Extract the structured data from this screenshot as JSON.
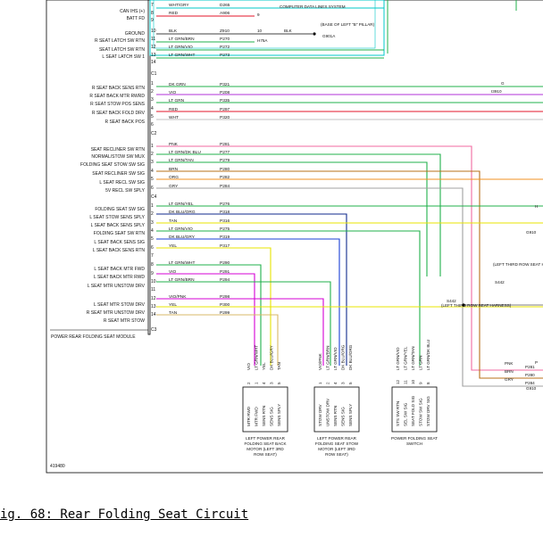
{
  "caption": "ig. 68: Rear Folding Seat Circuit",
  "figure_id": "419480",
  "module_title": "POWER REAR FOLDING SEAT MODULE",
  "connectors": [
    "C1",
    "C2",
    "C4",
    "C3"
  ],
  "top_block": {
    "labels": [
      "CAN IHS (+)",
      "BATT FD",
      "",
      "GROUND",
      "R SEAT LATCH SW RTN",
      "SEAT LATCH SW RTN",
      "L SEAT LATCH SW 1"
    ],
    "pins": [
      "7",
      "8",
      "9",
      "10",
      "11",
      "12",
      "13",
      "14"
    ],
    "wires": [
      {
        "color": "WHT/GRY",
        "code": "D265"
      },
      {
        "color": "RED",
        "code": "A906"
      },
      {
        "color": "",
        "code": ""
      },
      {
        "color": "BLK",
        "code": "Z910"
      },
      {
        "color": "LT GRN/BRN",
        "code": "P270"
      },
      {
        "color": "LT GRN/VIO",
        "code": "P272"
      },
      {
        "color": "LT GRN/WHT",
        "code": "P273"
      }
    ],
    "notes": [
      "COMPUTER DATA LINES SYSTEM",
      "(BASE OF LEFT \"B\" PILLAR)",
      "G901A",
      "BLK",
      "10",
      "9",
      "H75A"
    ]
  },
  "block_c2": {
    "labels": [
      "R SEAT BACK SENS RTN",
      "R SEAT BACK MTR RWRD",
      "R SEAT STOW POS SENS",
      "R SEAT BACK FOLD DRV",
      "R SEAT BACK POS",
      "",
      ""
    ],
    "pins": [
      "1",
      "2",
      "3",
      "4",
      "5",
      "6"
    ],
    "wires": [
      {
        "color": "DK GRN",
        "code": "P321"
      },
      {
        "color": "VIO",
        "code": "P208"
      },
      {
        "color": "LT GRN",
        "code": "P335"
      },
      {
        "color": "RED",
        "code": "P297"
      },
      {
        "color": "WHT",
        "code": "P320"
      }
    ],
    "splice": "I3910"
  },
  "block_c4": {
    "labels": [
      "SEAT RECLINER SW RTN",
      "NORMAL/STOW SW MUX",
      "FOLDING SEAT STOW SW SIG",
      "SEAT RECLINER SW SIG",
      "L SEAT RECL SW SIG",
      "5V RECL SW SPLY"
    ],
    "pins": [
      "1",
      "2",
      "3",
      "4",
      "5",
      "6"
    ],
    "wires": [
      {
        "color": "PNK",
        "code": "P281"
      },
      {
        "color": "LT GRN/DK BLU",
        "code": "P277"
      },
      {
        "color": "LT GRN/TAN",
        "code": "P279"
      },
      {
        "color": "BRN",
        "code": "P280"
      },
      {
        "color": "ORG",
        "code": "P282"
      },
      {
        "color": "GRY",
        "code": "P284"
      }
    ]
  },
  "block_c3": {
    "labels": [
      "FOLDING SEAT SW SIG",
      "L SEAT STOW SENS SPLY",
      "L SEAT BACK SENS SPLY",
      "FOLDING SEAT SW RTN",
      "L SEAT BACK SENS SIG",
      "L SEAT BACK SENS RTN",
      "",
      "L SEAT BACK MTR FWD",
      "L SEAT BACK MTR RWD",
      "L SEAT MTR UNSTOW DRV",
      "",
      "L SEAT MTR STOW DRV",
      "R SEAT MTR UNSTOW DRV",
      "R SEAT MTR STOW"
    ],
    "pins": [
      "1",
      "2",
      "3",
      "4",
      "5",
      "6",
      "7",
      "8",
      "9",
      "10",
      "11",
      "12",
      "13",
      "14"
    ],
    "wires": [
      {
        "color": "LT GRN/YEL",
        "code": "P276"
      },
      {
        "color": "DK BLU/ORG",
        "code": "P318"
      },
      {
        "color": "TAN",
        "code": "P316"
      },
      {
        "color": "LT GRN/VIO",
        "code": "P275"
      },
      {
        "color": "DK BLU/GRY",
        "code": "P319"
      },
      {
        "color": "YEL",
        "code": "P317"
      },
      {
        "color": "",
        "code": ""
      },
      {
        "color": "LT GRN/WHT",
        "code": "P290"
      },
      {
        "color": "VIO",
        "code": "P291"
      },
      {
        "color": "LT GRN/BRN",
        "code": "P294"
      },
      {
        "color": "",
        "code": ""
      },
      {
        "color": "VIO/PNK",
        "code": "P298"
      },
      {
        "color": "YEL",
        "code": "P300"
      },
      {
        "color": "TAN",
        "code": "P299"
      }
    ]
  },
  "right_notes": {
    "harness": "(LEFT THIRD ROW SEAT HARNESS)",
    "s442": "S442",
    "s442b_note": "(LEFT THIRD ROW SEAT HARNESS)",
    "s442b": "S442",
    "g910": "G910",
    "g910b": "G910",
    "g_label": "G",
    "h_label": "H",
    "p_label": "P",
    "pins_right": [
      "PNK",
      "BRN",
      "GRY"
    ],
    "codes_right": [
      "P281",
      "P280",
      "P284"
    ]
  },
  "components": [
    {
      "name": "LEFT POWER REAR FOLDING SEAT BACK MOTOR (LEFT 3RD ROW SEAT)",
      "pins": [
        "MTR RWD",
        "MTR FWD",
        "SENS RTN",
        "SENS SIG",
        "SENS SPLY"
      ],
      "wires": [
        "VIO",
        "LT GRN/WHT",
        "YEL",
        "DK BLU/GRY",
        "TAN"
      ],
      "pin_nums": [
        "2",
        "1",
        "4",
        "3",
        "5"
      ]
    },
    {
      "name": "LEFT POWER REAR FOLDING SEAT STOW MOTOR (LEFT 3RD ROW SEAT)",
      "pins": [
        "STOW DRV",
        "UNSTOW DRV",
        "SENS RTN",
        "SENS SIG",
        "SENS SPLY"
      ],
      "wires": [
        "VIO/PNK",
        "LT GRN/BRN",
        "LT GRN/VIO",
        "DK BLU/ORG",
        "DK BLU/ORG"
      ],
      "pin_nums": [
        "1",
        "2",
        "4",
        "3",
        "5"
      ]
    },
    {
      "name": "POWER FOLDING SEAT SWITCH",
      "pins": [
        "STS SW RTN",
        "SEL SW SIG",
        "SEAT FOLD SIG",
        "STOW SW SIG",
        "STOW DRV SIG"
      ],
      "wires": [
        "LT GRN/VIO",
        "LT GRN/YEL",
        "LT GRN/TAN",
        "LT GRN",
        "LT GRN/DK BLU"
      ],
      "pin_nums": [
        "12",
        "11",
        "10",
        "9",
        "8"
      ]
    }
  ],
  "colors": {
    "frame": "#000000",
    "cyan": "#00c8c8",
    "green": "#21b04b",
    "red": "#e3142a",
    "magenta": "#d400d4",
    "blue": "#1a3fd6",
    "darkblue": "#102a8c",
    "yellow": "#e8e400",
    "tan": "#d8b868",
    "brown": "#b8701a",
    "orange": "#f09020",
    "gray": "#a0a0a0",
    "pink": "#f06aa0",
    "violet": "#b030d8"
  }
}
